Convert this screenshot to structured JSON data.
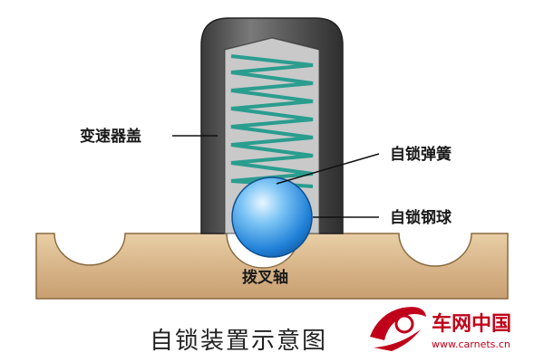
{
  "diagram": {
    "caption": "自锁装置示意图",
    "labels": {
      "cover": "变速器盖",
      "spring": "自锁弹簧",
      "ball": "自锁钢球",
      "shaft": "拨叉轴"
    }
  },
  "watermark": {
    "brand": "车网中国",
    "url": "www.carnets.cn"
  },
  "colors": {
    "housing_outer": "#4a4a4a",
    "housing_inner": "#bdbdbd",
    "spring": "#2a9d8f",
    "ball": "#1e90ff",
    "shaft": "#d9b98a",
    "brand_red": "#c0001a"
  },
  "icons": [
    "carnets-logo-icon"
  ]
}
